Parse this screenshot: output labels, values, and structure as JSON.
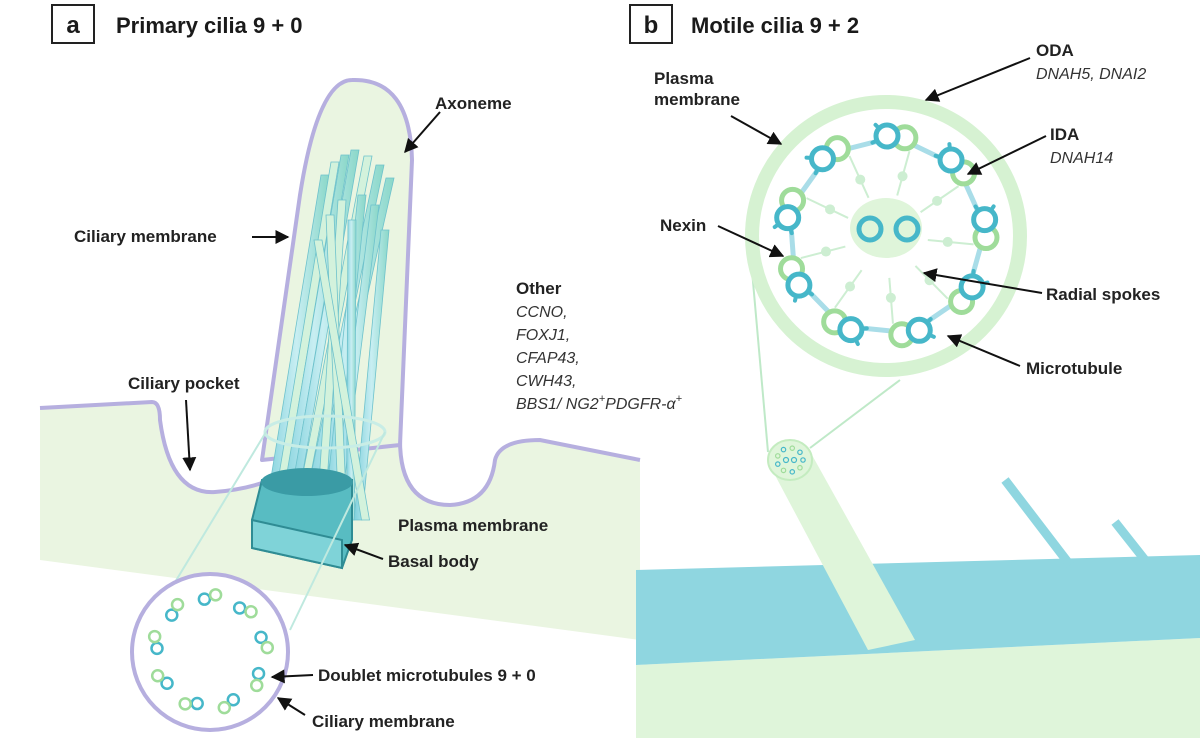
{
  "panel_a": {
    "letter": "a",
    "title": "Primary cilia 9 + 0",
    "labels": {
      "axoneme": "Axoneme",
      "ciliary_membrane": "Ciliary membrane",
      "ciliary_pocket": "Ciliary pocket",
      "plasma_membrane": "Plasma membrane",
      "basal_body": "Basal body",
      "doublet_microtubules": "Doublet microtubules 9 + 0",
      "ciliary_membrane_bottom": "Ciliary membrane"
    },
    "other": {
      "heading": "Other",
      "genes": [
        "CCNO,",
        "FOXJ1,",
        "CFAP43,",
        "CWH43,"
      ],
      "last_gene_prefix": "BBS1/ NG2",
      "sup_plus_1": "+",
      "last_gene_mid": "PDGFR-α",
      "sup_plus_2": "+"
    }
  },
  "panel_b": {
    "letter": "b",
    "title": "Motile cilia 9 + 2",
    "labels": {
      "plasma_membrane_line1": "Plasma",
      "plasma_membrane_line2": "membrane",
      "oda": "ODA",
      "oda_genes": "DNAH5, DNAI2",
      "ida": "IDA",
      "ida_genes": "DNAH14",
      "nexin": "Nexin",
      "radial_spokes": "Radial spokes",
      "microtubule": "Microtubule"
    }
  },
  "colors": {
    "cilium_fill": "#eaf5e1",
    "membrane_purple": "#b6afdf",
    "microtubule_cyan": "#46b7c9",
    "microtubule_green": "#9fdc9a",
    "basal_body": "#3fa6b0",
    "cell_blue": "#8fd6e0",
    "pale_green": "#d6f2d2"
  }
}
